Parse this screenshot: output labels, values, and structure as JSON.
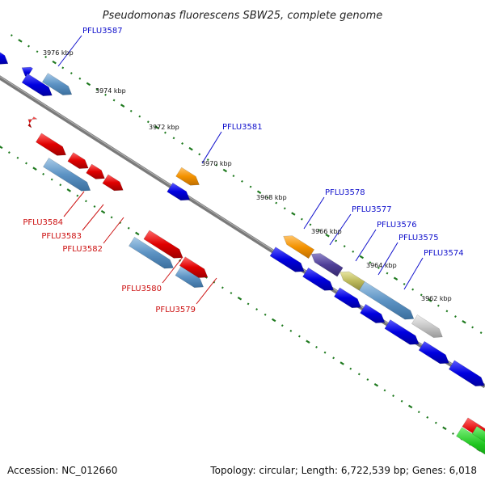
{
  "title": "Pseudomonas fluorescens SBW25, complete genome",
  "footer": {
    "accession_label": "Accession: NC_012660",
    "summary": "Topology: circular; Length: 6,722,539 bp; Genes: 6,018"
  },
  "colors": {
    "backbone": "#7a7a7a",
    "tick_dots": "#1f7a1f",
    "forward_label": "#1010cc",
    "reverse_label": "#cc1010"
  },
  "ticks": [
    {
      "label": "3976 kbp"
    },
    {
      "label": "3974 kbp"
    },
    {
      "label": "3972 kbp"
    },
    {
      "label": "3970 kbp"
    },
    {
      "label": "3968 kbp"
    },
    {
      "label": "3966 kbp"
    },
    {
      "label": "3964 kbp"
    },
    {
      "label": "3962 kbp"
    }
  ],
  "gene_labels": [
    {
      "name": "PFLU3587",
      "strand": "forward"
    },
    {
      "name": "PFLU3581",
      "strand": "forward"
    },
    {
      "name": "PFLU3578",
      "strand": "forward"
    },
    {
      "name": "PFLU3577",
      "strand": "forward"
    },
    {
      "name": "PFLU3576",
      "strand": "forward"
    },
    {
      "name": "PFLU3575",
      "strand": "forward"
    },
    {
      "name": "PFLU3574",
      "strand": "forward"
    },
    {
      "name": "PFLU3584",
      "strand": "reverse"
    },
    {
      "name": "PFLU3583",
      "strand": "reverse"
    },
    {
      "name": "PFLU3582",
      "strand": "reverse"
    },
    {
      "name": "PFLU3580",
      "strand": "reverse"
    },
    {
      "name": "PFLU3579",
      "strand": "reverse"
    }
  ]
}
